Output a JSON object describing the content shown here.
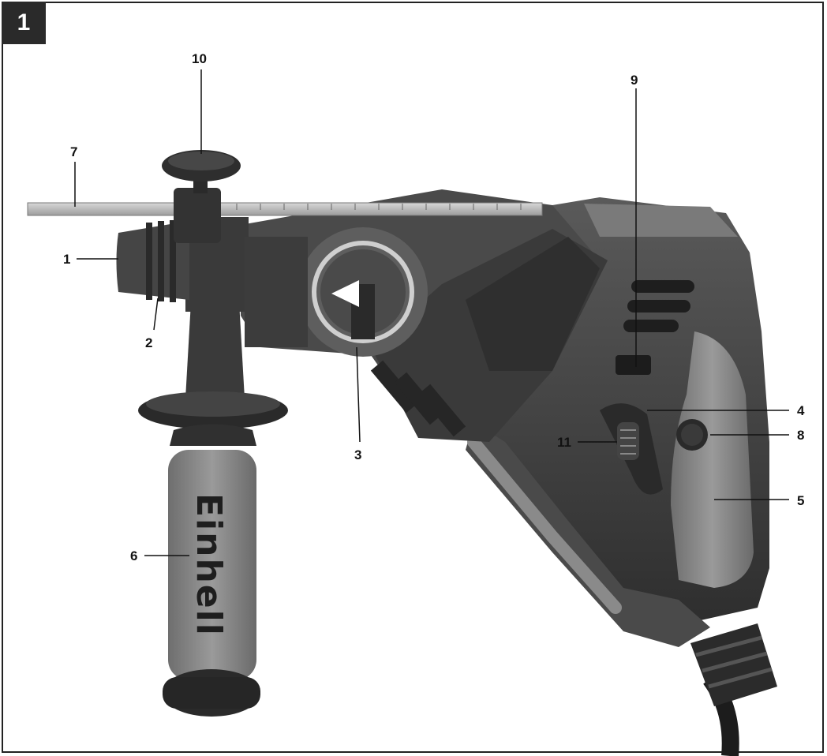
{
  "figure": {
    "number": "1"
  },
  "tool": {
    "brand_on_handle": "Einhell"
  },
  "callouts": [
    {
      "id": "1",
      "label": "1"
    },
    {
      "id": "2",
      "label": "2"
    },
    {
      "id": "3",
      "label": "3"
    },
    {
      "id": "4",
      "label": "4"
    },
    {
      "id": "5",
      "label": "5"
    },
    {
      "id": "6",
      "label": "6"
    },
    {
      "id": "7",
      "label": "7"
    },
    {
      "id": "8",
      "label": "8"
    },
    {
      "id": "9",
      "label": "9"
    },
    {
      "id": "10",
      "label": "10"
    },
    {
      "id": "11",
      "label": "11"
    }
  ],
  "colors": {
    "body_dark": "#3d3d3d",
    "body_mid": "#5a5a5a",
    "grip_light": "#8e8e8e",
    "background": "#ffffff",
    "badge": "#2a2a2a"
  }
}
